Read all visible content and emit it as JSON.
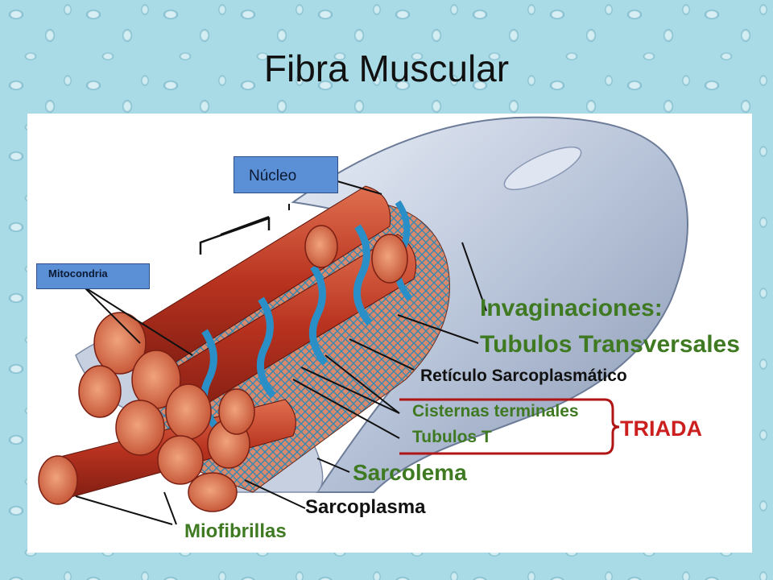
{
  "slide": {
    "title": "Fibra Muscular"
  },
  "diagram": {
    "labels": {
      "nucleo": "Núcleo",
      "mitocondria": "Mitocondria",
      "invaginaciones": "Invaginaciones:",
      "tubulos_transversales": "Tubulos Transversales",
      "reticulo": "Retículo Sarcoplasmático",
      "cisternas": "Cisternas terminales",
      "tubulos_t": "Tubulos T",
      "triada": "TRIADA",
      "sarcolema": "Sarcolema",
      "sarcoplasma": "Sarcoplasma",
      "miofibrillas": "Miofibrillas"
    },
    "colors": {
      "invaginaciones": "#3f7a22",
      "sarcolema": "#3f7a22",
      "miofibrillas": "#3f7a22",
      "triada": "#cc1f1f",
      "triada_bracket": "#b01515",
      "label_box": "#5b8fd6",
      "fibril": "#c0392b",
      "tubule": "#2a8fc7",
      "membrane": "#a9b6cc"
    }
  }
}
